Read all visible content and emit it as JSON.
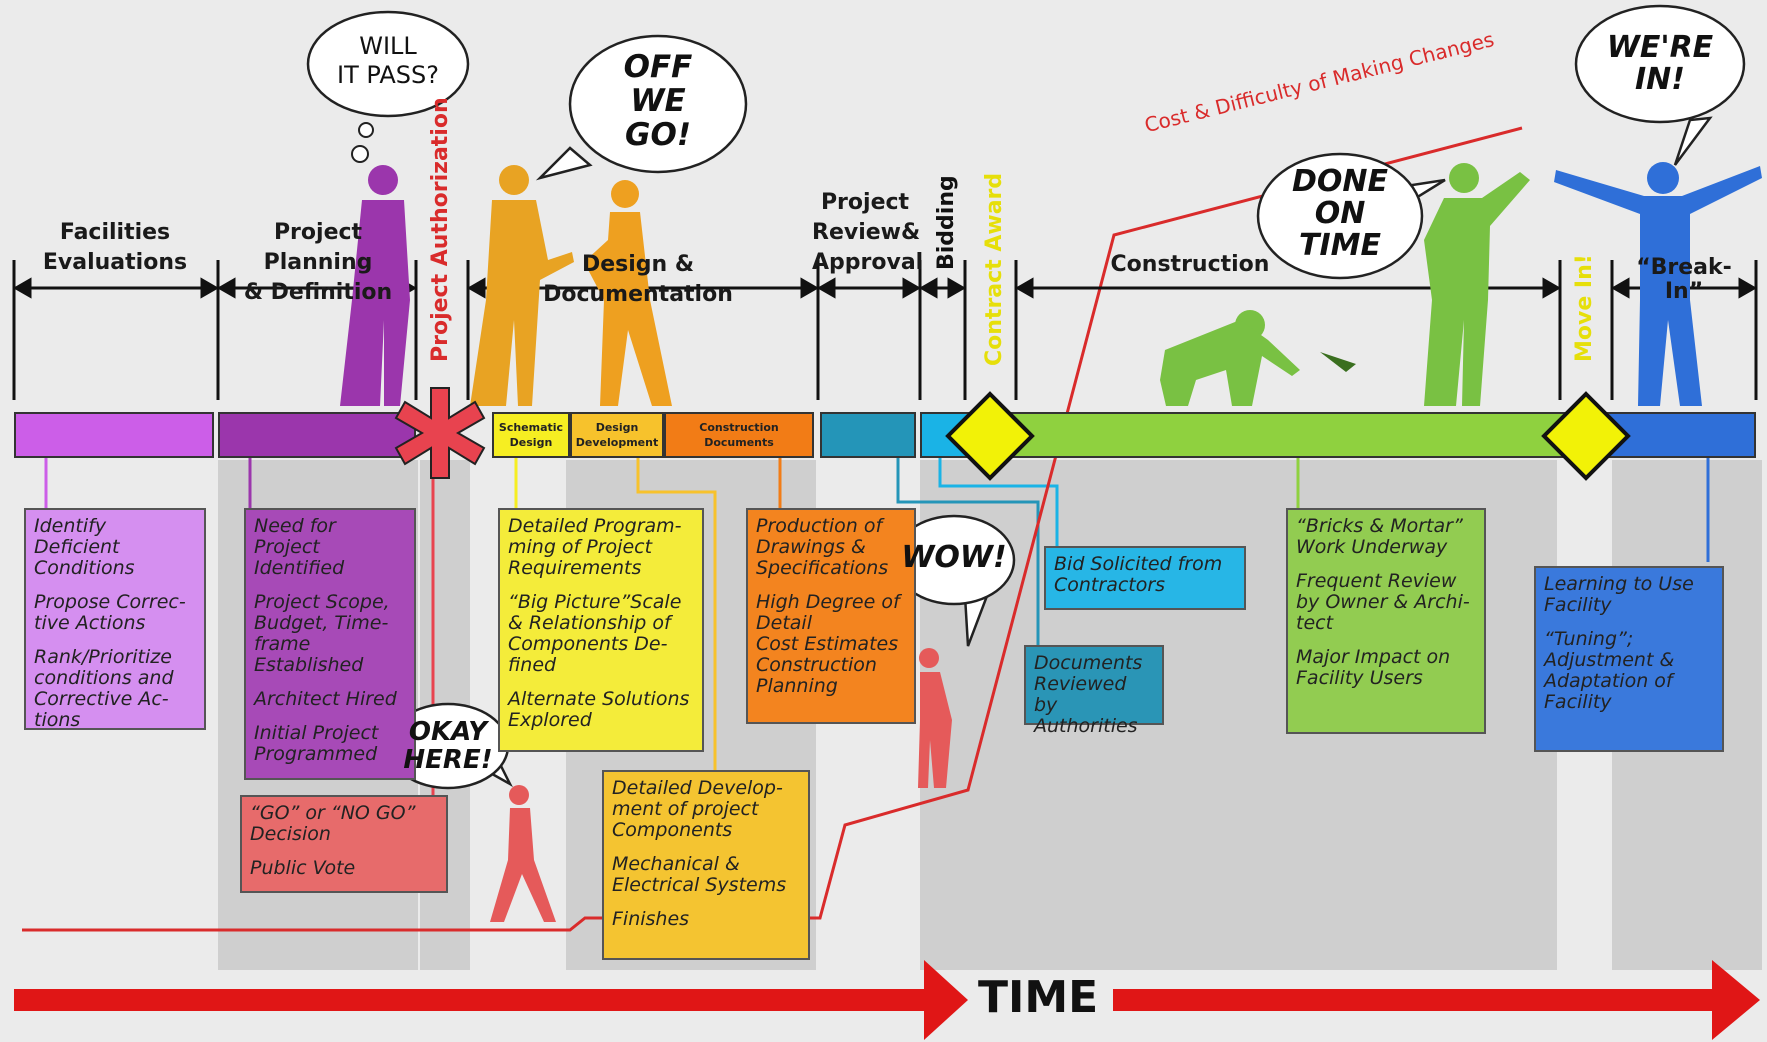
{
  "phases": {
    "facilities": "Facilities\nEvaluations",
    "planning": "Project Planning\n& Definition",
    "authorization": "Project Authorization",
    "design": "Design & Documentation",
    "review": "Project\nReview&\nApproval",
    "bidding": "Bidding",
    "contract_award": "Contract Award",
    "construction": "Construction",
    "move_in": "Move In!",
    "break_in": "“Break-In”"
  },
  "subphases": {
    "schematic": "Schematic\nDesign",
    "development": "Design\nDevelopment",
    "construction_docs": "Construction\nDocuments"
  },
  "notes": {
    "facilities": [
      "Identify Deficient Conditions",
      "Propose Correc-\ntive Actions",
      "Rank/Prioritize conditions and Corrective Ac-\ntions"
    ],
    "planning": [
      "Need for Project Identified",
      "Project Scope, Budget, Time-frame Established",
      "Architect Hired",
      "Initial Project Programmed"
    ],
    "go_nogo": [
      "“GO” or “NO GO” Decision",
      "Public Vote"
    ],
    "schematic": [
      "Detailed Program-\nming of Project Requirements",
      "“Big Picture”Scale & Relationship of Components De-\nfined",
      "Alternate Solutions Explored"
    ],
    "development": [
      "Detailed Develop-\nment of project Components",
      "Mechanical & Electrical Systems",
      "Finishes"
    ],
    "construction_docs": [
      "Production of Drawings & Specifications",
      "High Degree of Detail\nCost Estimates\nConstruction Planning"
    ],
    "bidding": [
      "Bid Solicited from Contractors"
    ],
    "review": [
      "Documents Reviewed by Authorities"
    ],
    "construction": [
      "“Bricks & Mortar” Work Underway",
      "Frequent Review by Owner & Archi-\ntect",
      "Major Impact on Facility Users"
    ],
    "break_in": [
      "Learning to Use Facility",
      "“Tuning”; Adjustment & Adaptation of Facility"
    ]
  },
  "bubbles": {
    "will_it_pass": "WILL\nIT PASS?",
    "off_we_go": "OFF\nWE\nGO!",
    "wow": "WOW!",
    "okay_here": "OKAY\nHERE!",
    "done_on_time": "DONE\nON\nTIME",
    "were_in": "WE'RE\nIN!"
  },
  "cost_curve_label": "Cost & Difficulty of Making Changes",
  "time_label": "TIME",
  "colors": {
    "facilities": "#cc5ee8",
    "planning": "#9b36ac",
    "authorization": "#e8434f",
    "schematic": "#f6ee22",
    "development": "#f7c22c",
    "construction_docs": "#f27c16",
    "review": "#2495b8",
    "bidding": "#1ab3e6",
    "construction": "#8fd13f",
    "break_in": "#2f6fd8",
    "diamond": "#f2f207",
    "curve": "#d92b2b"
  }
}
